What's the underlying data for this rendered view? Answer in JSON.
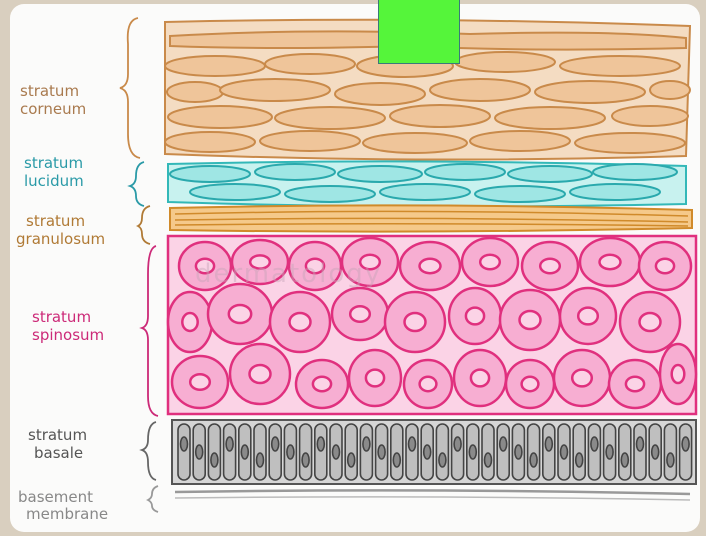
{
  "layers": [
    {
      "id": "corneum",
      "label_lines": [
        "stratum",
        "corneum"
      ],
      "color": "#a97a4e",
      "fill": "#efc8a0",
      "stroke": "#c98a4a"
    },
    {
      "id": "lucidum",
      "label_lines": [
        "stratum",
        "lucidum"
      ],
      "color": "#2a9aa7",
      "fill": "#aeeeea",
      "stroke": "#33b8b8"
    },
    {
      "id": "granulosum",
      "label_lines": [
        "stratum",
        "granulosum"
      ],
      "color": "#b07a35",
      "fill": "#f2c07a",
      "stroke": "#d08a2a"
    },
    {
      "id": "spinosum",
      "label_lines": [
        "stratum",
        "spinosum"
      ],
      "color": "#cc2a78",
      "fill": "#f7b6d8",
      "stroke": "#e0307e"
    },
    {
      "id": "basale",
      "label_lines": [
        "stratum",
        "basale"
      ],
      "color": "#555555",
      "fill": "#c8c8c8",
      "stroke": "#555555"
    },
    {
      "id": "membrane",
      "label_lines": [
        "basement",
        "membrane"
      ],
      "color": "#888888",
      "fill": "#eeeeee",
      "stroke": "#999999"
    }
  ],
  "watermark": "dermatology",
  "marker_color": "#55f53a"
}
